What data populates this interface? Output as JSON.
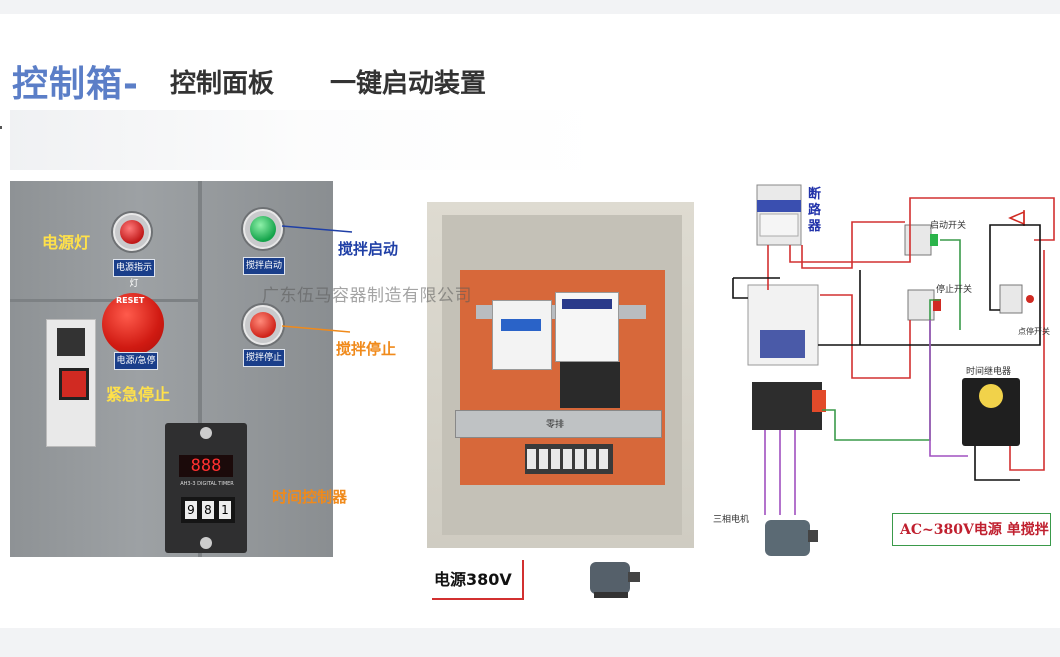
{
  "title": {
    "main": "控制箱-",
    "sub1": "控制面板",
    "sub2": "一键启动装置"
  },
  "panel": {
    "power_lamp_label": "电源灯",
    "power_lamp_plate": "电源指示灯",
    "estop_label": "紧急停止",
    "estop_plate": "电源/急停",
    "estop_cap_text": "RESET",
    "start_label": "搅拌启动",
    "start_plate": "搅拌启动",
    "stop_label": "搅拌停止",
    "stop_plate": "搅拌停止",
    "timer_label": "时间控制器",
    "timer_model": "AH3-3 DIGITAL TIMER",
    "timer_display": "888",
    "timer_digits": [
      "9",
      "8",
      "1"
    ]
  },
  "watermark": "广东伍马容器制造有限公司",
  "middle": {
    "power_label": "电源380V",
    "trunk_label": "零排"
  },
  "diagram": {
    "breaker_label": "断\n路\n器",
    "start_switch": "启动开关",
    "stop_switch": "停止开关",
    "limit_switch": "点停开关",
    "relay_label": "时间继电器",
    "motor_label": "三相电机",
    "ac_label": "AC~380V电源 单搅拌"
  },
  "colors": {
    "title_blue": "#5b7ec7",
    "label_yellow": "#ffe14a",
    "label_blue": "#1f3fa6",
    "label_orange": "#f08a1b",
    "wire_red": "#d23030",
    "wire_green": "#3a9a4a",
    "wire_purple": "#a050c0"
  }
}
